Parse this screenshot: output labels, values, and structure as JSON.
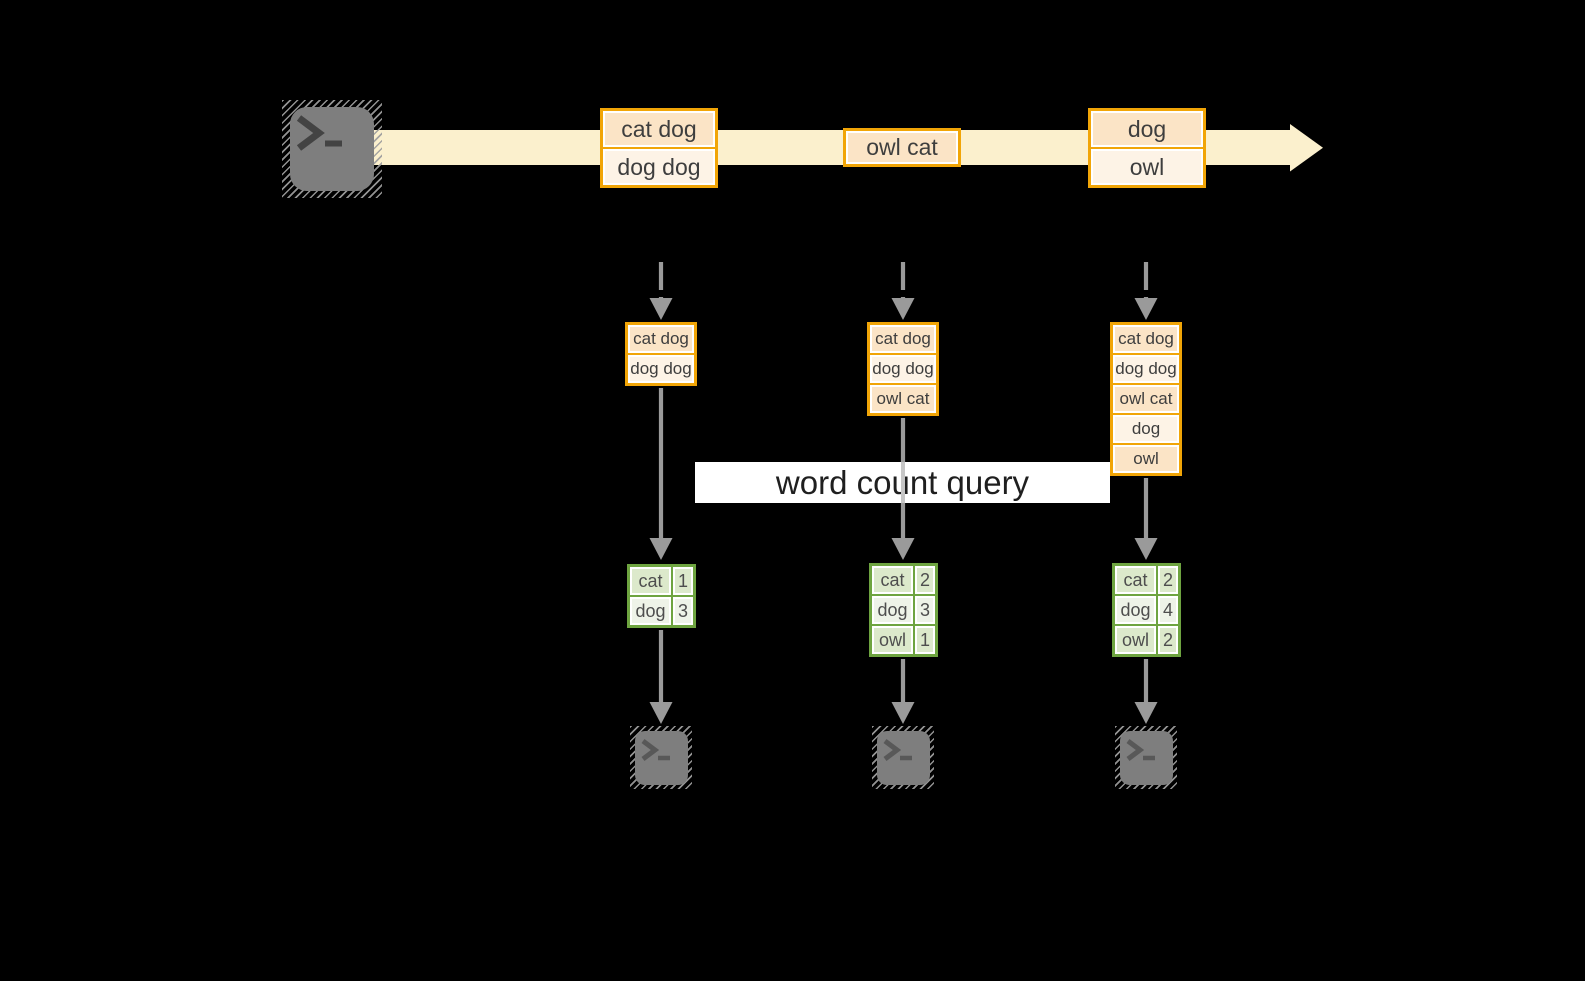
{
  "background": "#000000",
  "palette": {
    "stream_band": "#FBF0CD",
    "box_border": "#F1A507",
    "box_fill_dark": "#FBE4C6",
    "box_fill_light": "#FDF3E6",
    "table_border": "#6EA440",
    "table_fill_dark": "#DCE9CB",
    "table_fill_light": "#EEF3E8",
    "arrow_gray": "#9A9A9A",
    "icon_gray": "#7E7E7E",
    "label_bg": "#FFFFFF",
    "label_text": "#1F1F1F"
  },
  "icons": {
    "source": "terminal-icon",
    "sink": "terminal-icon",
    "prompt": "prompt-chevron-underscore"
  },
  "query_label": "word count query",
  "stream": {
    "events": [
      {
        "lines": [
          "cat dog",
          "dog dog"
        ]
      },
      {
        "lines": [
          "owl cat"
        ]
      },
      {
        "lines": [
          "dog",
          "owl"
        ]
      }
    ]
  },
  "columns": [
    {
      "buffer": [
        "cat dog",
        "dog dog"
      ],
      "counts": [
        {
          "word": "cat",
          "value": "1"
        },
        {
          "word": "dog",
          "value": "3"
        }
      ]
    },
    {
      "buffer": [
        "cat dog",
        "dog dog",
        "owl cat"
      ],
      "counts": [
        {
          "word": "cat",
          "value": "2"
        },
        {
          "word": "dog",
          "value": "3"
        },
        {
          "word": "owl",
          "value": "1"
        }
      ]
    },
    {
      "buffer": [
        "cat dog",
        "dog dog",
        "owl cat",
        "dog",
        "owl"
      ],
      "counts": [
        {
          "word": "cat",
          "value": "2"
        },
        {
          "word": "dog",
          "value": "4"
        },
        {
          "word": "owl",
          "value": "2"
        }
      ]
    }
  ]
}
